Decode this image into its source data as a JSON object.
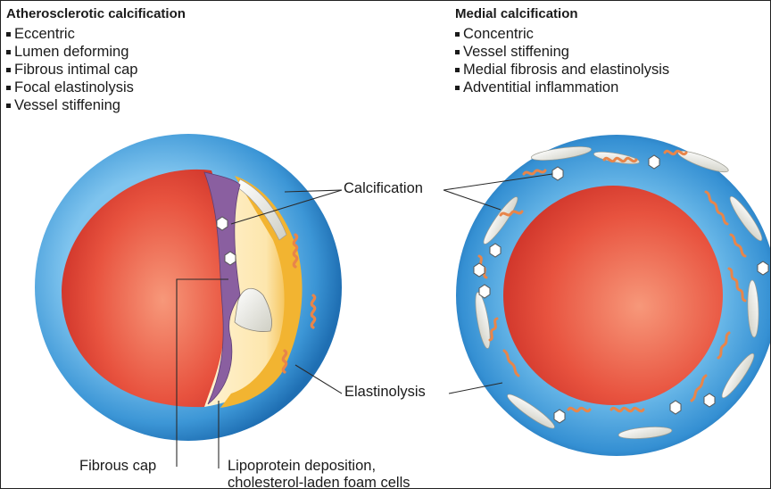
{
  "left_panel": {
    "title": "Atherosclerotic calcification",
    "bullets": [
      "Eccentric",
      "Lumen deforming",
      "Fibrous intimal cap",
      "Focal elastinolysis",
      "Vessel stiffening"
    ]
  },
  "right_panel": {
    "title": "Medial calcification",
    "bullets": [
      "Concentric",
      "Vessel stiffening",
      "Medial fibrosis and elastinolysis",
      "Adventitial inflammation"
    ]
  },
  "labels": {
    "calcification": "Calcification",
    "elastinolysis": "Elastinolysis",
    "fibrous_cap": "Fibrous cap",
    "lipoprotein_line1": "Lipoprotein deposition,",
    "lipoprotein_line2": "cholesterol-laden foam cells"
  },
  "colors": {
    "vessel_wall": "#2f8fd0",
    "lumen": "#e0483a",
    "lipid_core": "#f6b832",
    "fibrous_cap": "#8a5fa0",
    "elastic_fiber": "#e98a4a"
  }
}
